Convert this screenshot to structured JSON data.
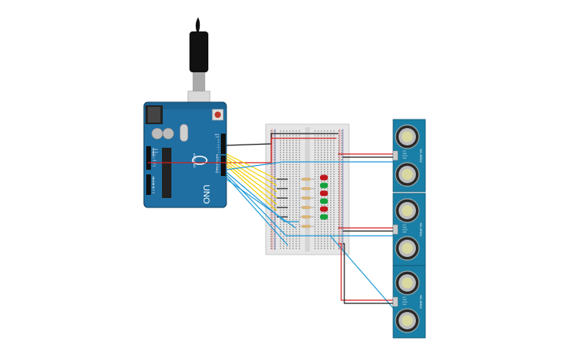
{
  "arduino": {
    "brand": "UNO",
    "subtitle": "ARDUINO",
    "pin_labels": [
      "AREF",
      "GND",
      "13",
      "12",
      "~11",
      "~10",
      "~9",
      "8",
      "7",
      "~6",
      "~5",
      "4",
      "~3",
      "2",
      "TX 1",
      "RX 0"
    ],
    "power_labels": [
      "IOREF",
      "RESET",
      "3.3V",
      "5V",
      "GND",
      "GND",
      "VIN"
    ],
    "analog_labels": [
      "A0",
      "A1",
      "A2",
      "A3",
      "A4",
      "A5"
    ],
    "section_power": "POWER",
    "section_analog": "ANALOG IN",
    "section_digital": "DIGITAL (PWM~)"
  },
  "sensors": [
    {
      "model": "HC-SR04",
      "pins": [
        "VCC",
        "TRIG",
        "ECHO",
        "GND"
      ]
    },
    {
      "model": "HC-SR04",
      "pins": [
        "VCC",
        "TRIG",
        "ECHO",
        "GND"
      ]
    },
    {
      "model": "HC-SR04",
      "pins": [
        "VCC",
        "TRIG",
        "ECHO",
        "GND"
      ]
    }
  ],
  "leds": [
    {
      "color": "red"
    },
    {
      "color": "green"
    },
    {
      "color": "red"
    },
    {
      "color": "green"
    },
    {
      "color": "red"
    },
    {
      "color": "green"
    }
  ],
  "colors": {
    "board": "#1f6fa3",
    "board_dark": "#15547e",
    "breadboard": "#e6e6e6",
    "wire_red": "#d42020",
    "wire_black": "#1a1a1a",
    "wire_yellow": "#f2d000",
    "wire_blue": "#1f9ad6",
    "led_red": "#c0161c",
    "led_green": "#14a03c",
    "sensor": "#1a7fa6",
    "resistor": "#d9b57a"
  }
}
